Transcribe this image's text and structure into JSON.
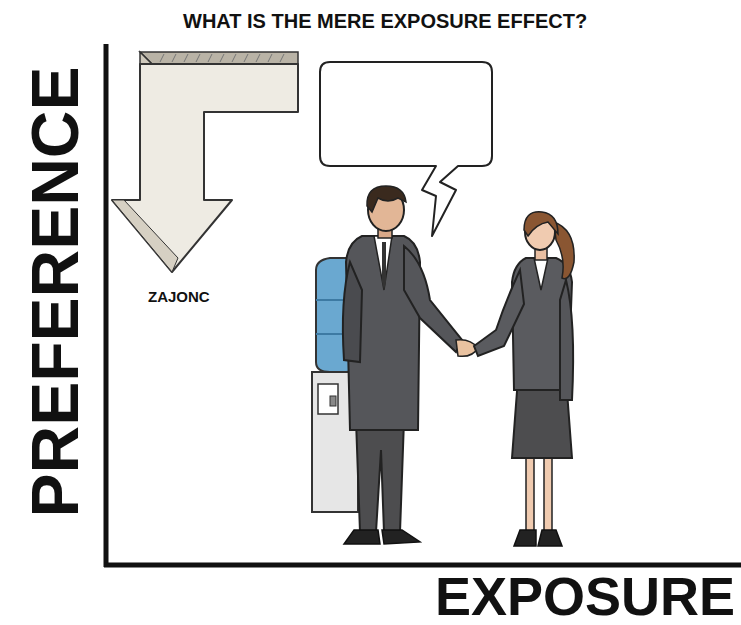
{
  "diagram": {
    "title": "WHAT IS THE MERE EXPOSURE EFFECT?",
    "labels": [
      "PREFERENCE",
      "EXPOSURE",
      "ZAJONC"
    ]
  }
}
